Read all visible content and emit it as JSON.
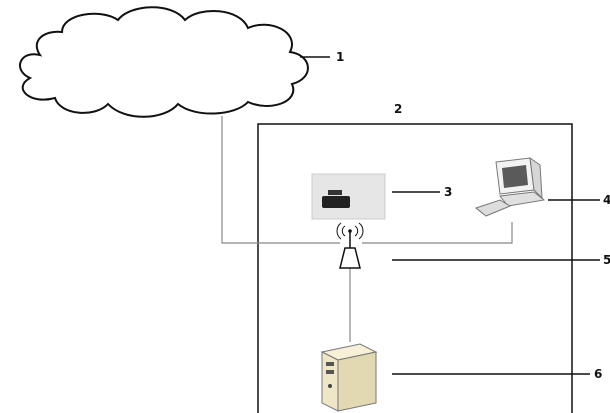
{
  "diagram": {
    "labels": {
      "cloud": "1",
      "enclosure": "2",
      "device": "3",
      "computer": "4",
      "access_point": "5",
      "server": "6"
    },
    "colors": {
      "line": "#111111",
      "connector": "#888888",
      "cloud_fill": "#ffffff",
      "device_panel": "#e6e6e6",
      "monitor_body": "#f2f2f2",
      "screen": "#5a5a5a",
      "server_body": "#efe6c6"
    },
    "icons": [
      "cloud-icon",
      "device-icon",
      "computer-icon",
      "wireless-access-point-icon",
      "server-icon"
    ]
  }
}
